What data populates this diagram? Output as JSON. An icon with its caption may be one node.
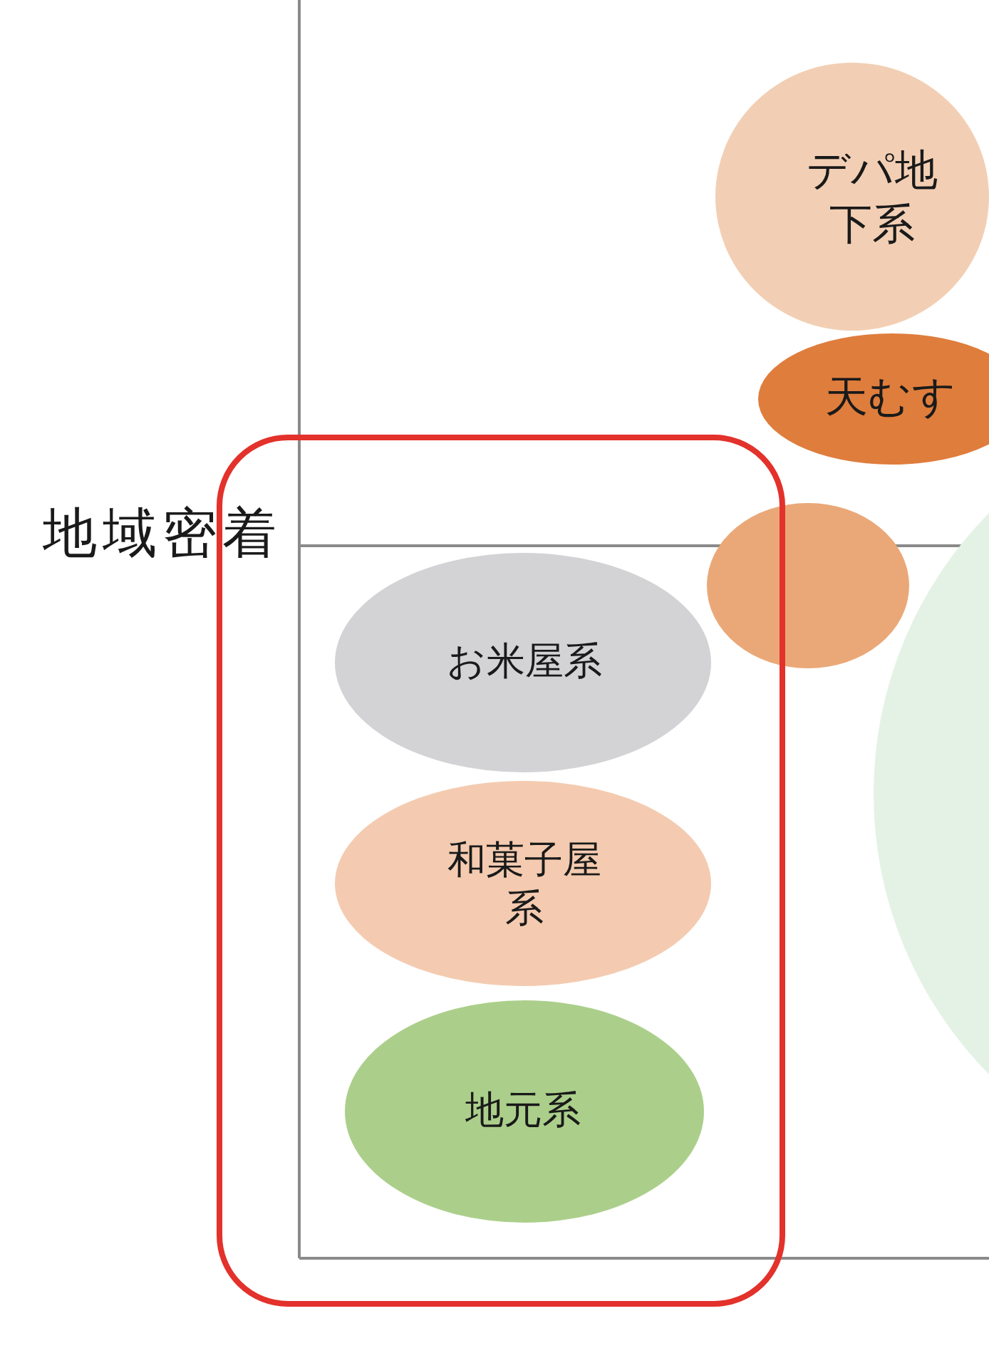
{
  "diagram": {
    "nodes": [
      {
        "text": [
          "デパ地下系"
        ]
      },
      {
        "text": [
          "天むす"
        ]
      },
      {
        "text": [],
        "shape": "circle"
      },
      {
        "text": [],
        "shape": "circle"
      },
      {
        "text": [],
        "shape": "box"
      },
      {
        "text": [
          "お米屋系"
        ],
        "in": 4
      },
      {
        "text": [
          "和菓子屋系"
        ],
        "in": 4
      },
      {
        "text": [
          "地元系"
        ],
        "in": 4
      }
    ],
    "labels": [
      "地域密着"
    ]
  }
}
